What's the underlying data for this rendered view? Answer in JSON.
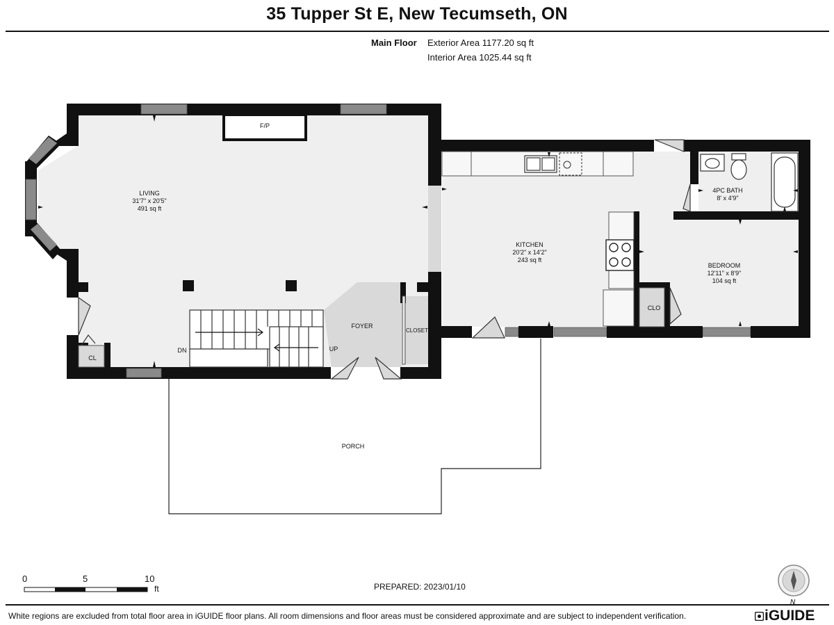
{
  "header": {
    "title": "35 Tupper St E, New Tecumseth, ON",
    "floor_name": "Main Floor",
    "exterior_area": "Exterior Area 1177.20 sq ft",
    "interior_area": "Interior Area 1025.44 sq ft"
  },
  "rooms": {
    "living": {
      "name": "LIVING",
      "dims": "31'7\" x 20'5\"",
      "area": "491 sq ft"
    },
    "kitchen": {
      "name": "KITCHEN",
      "dims": "20'2\" x 14'2\"",
      "area": "243 sq ft"
    },
    "bath": {
      "name": "4PC BATH",
      "dims": "8' x 4'9\""
    },
    "bedroom": {
      "name": "BEDROOM",
      "dims": "12'11\" x 8'9\"",
      "area": "104 sq ft"
    },
    "foyer": {
      "name": "FOYER"
    },
    "porch": {
      "name": "PORCH"
    },
    "closet": {
      "name": "CLOSET"
    },
    "cl": {
      "name": "CL"
    },
    "clo": {
      "name": "CLO"
    },
    "fp": {
      "name": "F/P"
    },
    "dn": {
      "name": "DN"
    },
    "up": {
      "name": "UP"
    }
  },
  "scale": {
    "ticks": [
      "0",
      "5",
      "10"
    ],
    "unit": "ft"
  },
  "compass": {
    "label": "N"
  },
  "footer": {
    "prepared": "PREPARED: 2023/01/10",
    "disclaimer": "White regions are excluded from total floor area in iGUIDE floor plans. All room dimensions and floor areas must be considered approximate and are subject to independent verification.",
    "brand": "iGUIDE"
  }
}
